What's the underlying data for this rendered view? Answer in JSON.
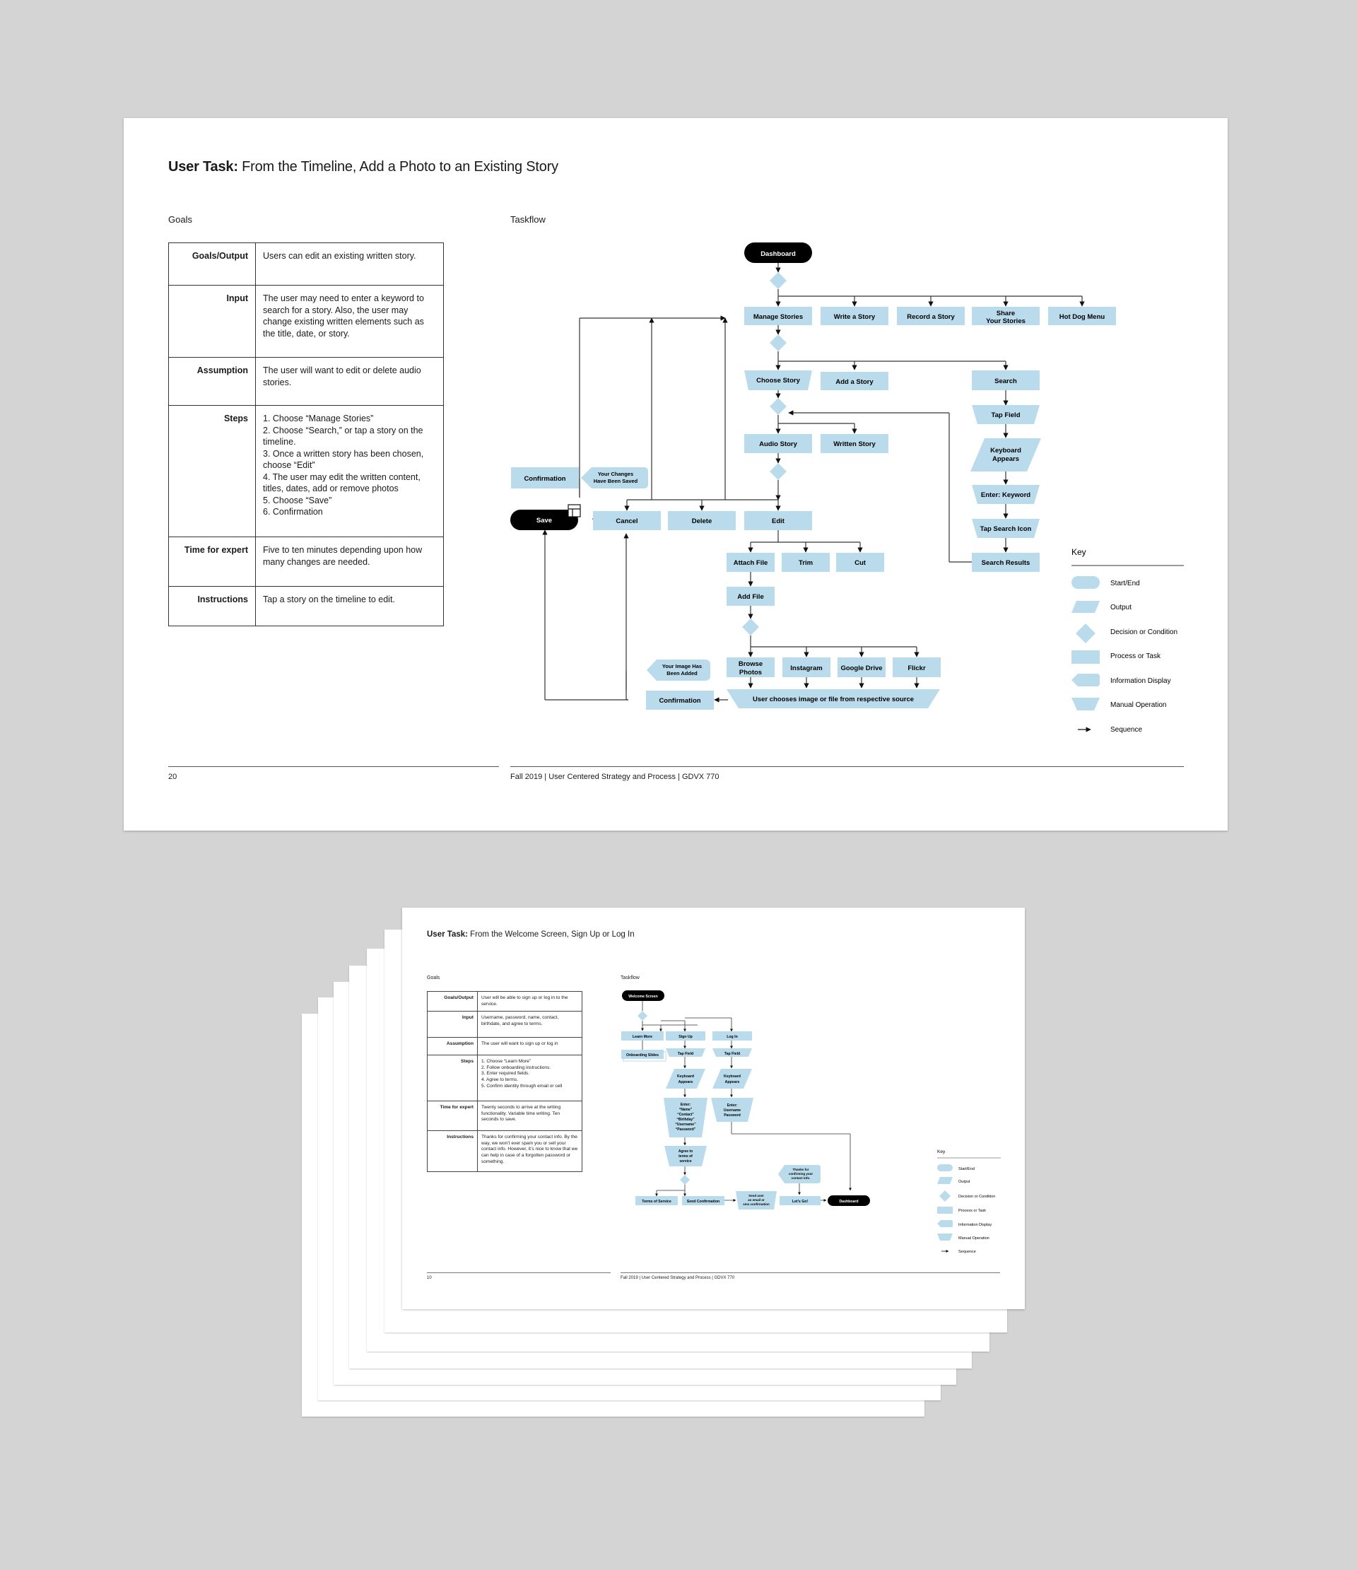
{
  "main": {
    "title_bold": "User Task:",
    "title_rest": " From the Timeline, Add a Photo to an Existing Story",
    "goals_label": "Goals",
    "taskflow_label": "Taskflow",
    "rows": [
      {
        "key": "Goals/Output",
        "value": "Users can edit an existing written story."
      },
      {
        "key": "Input",
        "value": "The user may need to enter a keyword to search for a story. Also, the user may change existing written elements such as the title, date, or story."
      },
      {
        "key": "Assumption",
        "value": "The user will want to edit or delete audio stories."
      },
      {
        "key": "Steps",
        "steps": [
          "1. Choose “Manage Stories”",
          "2. Choose “Search,” or tap a story on the timeline.",
          "3. Once a written story has been chosen, choose “Edit”",
          "4. The user may edit the written content, titles, dates, add or remove photos",
          "5. Choose “Save”",
          "6. Confirmation"
        ]
      },
      {
        "key": "Time for expert",
        "value": "Five to ten minutes depending upon how many changes are needed."
      },
      {
        "key": "Instructions",
        "value": "Tap a story on the timeline to edit."
      }
    ],
    "flow": {
      "dashboard": "Dashboard",
      "manage_stories": "Manage Stories",
      "write_story": "Write a Story",
      "record_story": "Record a Story",
      "share_1": "Share",
      "share_2": "Your Stories",
      "hot_dog": "Hot Dog Menu",
      "choose_story": "Choose Story",
      "add_story": "Add a Story",
      "search": "Search",
      "tap_field": "Tap Field",
      "keyboard_1": "Keyboard",
      "keyboard_2": "Appears",
      "enter_keyword": "Enter: Keyword",
      "tap_search_icon": "Tap Search Icon",
      "search_results": "Search Results",
      "audio_story": "Audio Story",
      "written_story": "Written Story",
      "confirmation": "Confirmation",
      "changes_1": "Your Changes",
      "changes_2": "Have Been Saved",
      "save": "Save",
      "cancel": "Cancel",
      "delete": "Delete",
      "edit": "Edit",
      "attach_file": "Attach File",
      "trim": "Trim",
      "cut": "Cut",
      "add_file": "Add File",
      "browse_1": "Browse",
      "browse_2": "Photos",
      "instagram": "Instagram",
      "google_drive": "Google Drive",
      "flickr": "Flickr",
      "image_added_1": "Your Image Has",
      "image_added_2": "Been Added",
      "confirmation_2": "Confirmation",
      "user_chooses": "User chooses image or file from respective source"
    },
    "key": {
      "label": "Key",
      "items": [
        "Start/End",
        "Output",
        "Decision or Condition",
        "Process or Task",
        "Information Display",
        "Manual Operation",
        "Sequence"
      ]
    },
    "page_number": "20",
    "footer": "Fall 2019 | User Centered Strategy and Process | GDVX 770",
    "colors": {
      "box": "#b9dbeb",
      "terminal": "#000000",
      "line": "#333333",
      "page_bg": "#d3d4d3"
    }
  },
  "stack": {
    "title_bold": "User Task:",
    "title_rest": " From the Welcome Screen, Sign Up or Log In",
    "goals_label": "Goals",
    "taskflow_label": "Taskflow",
    "rows": [
      {
        "key": "Goals/Output",
        "value": "User will be able to sign up or log in to the service."
      },
      {
        "key": "Input",
        "value": "Username, password, name, contact, birthdate, and agree to terms."
      },
      {
        "key": "Assumption",
        "value": "The user will want to sign up or log in"
      },
      {
        "key": "Steps",
        "steps": [
          "1. Choose “Learn More”",
          "2. Follow onboarding instructions.",
          "3. Enter required fields.",
          "4. Agree to terms.",
          "5. Confirm identity through email or cell"
        ]
      },
      {
        "key": "Time for expert",
        "value": "Twenty seconds to arrive at the writing functionality. Variable time writing. Ten seconds to save."
      },
      {
        "key": "Instructions",
        "value": "Thanks for confirming your contact info. By the way, we won’t ever spam you or sell your contact info. However, it’s nice to know that we can help in case of a forgotten password or something."
      }
    ],
    "flow": {
      "welcome": "Welcome Screen",
      "learn_more": "Learn More",
      "sign_up": "Sign Up",
      "log_in": "Log In",
      "onboarding": "Onboarding Slides",
      "tap_field": "Tap Field",
      "keyboard_1": "Keyboard",
      "keyboard_2": "Appears",
      "enter_signup": [
        "Enter:",
        "“Name”",
        "“Contact”",
        "“Birthday”",
        "“Username”",
        "“Password”"
      ],
      "enter_login": [
        "Enter:",
        "Username",
        "Password"
      ],
      "agree": [
        "Agree to",
        "terms of",
        "service"
      ],
      "terms": "Terms of Service",
      "send_conf": "Send Confirmation",
      "send_user": [
        "Send user",
        "an email or",
        "sms confirmation"
      ],
      "thanks": [
        "Thanks for",
        "confirming your",
        "contact info."
      ],
      "lets_go": "Let’s Go!",
      "dashboard": "Dashboard"
    },
    "key": {
      "label": "Key",
      "items": [
        "Start/End",
        "Output",
        "Decision or Condition",
        "Process or Task",
        "Information Display",
        "Manual Operation",
        "Sequence"
      ]
    },
    "page_number": "10",
    "footer": "Fall 2019 | User Centered Strategy and Process | GDVX 770"
  }
}
